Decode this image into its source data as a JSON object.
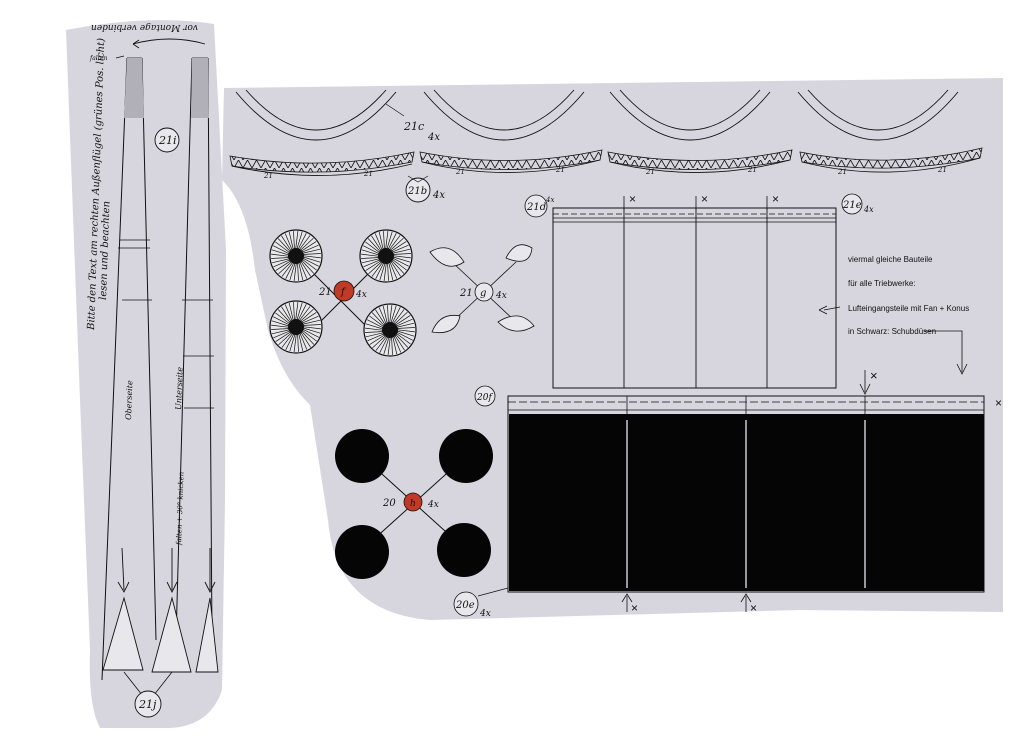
{
  "colors": {
    "background": "#ffffff",
    "paper": "#d7d6df",
    "ink": "#111111",
    "black_part": "#050505",
    "center_dot": "#c23a25"
  },
  "left_strip": {
    "note_line1": "Bitte den Text am rechten Außenflügel (grünes Pos. licht)",
    "note_line2": "lesen und beachten",
    "top_instruction": "vor Montage verbinden",
    "falten_label": "falten",
    "center_fold_label": "falten + 30° knicken",
    "oberseite_label": "Oberseite",
    "unterseite_label": "Unterseite",
    "part_top": "21i",
    "part_bottom": "21j"
  },
  "arcs": {
    "ring_label": "21",
    "part_21c": "21c",
    "part_21c_count": "4x",
    "part_21b": "21b",
    "part_21b_count": "4x"
  },
  "fans": {
    "hub_letter": "f",
    "part_number": "21",
    "count": "4x"
  },
  "cones": {
    "hub_letter": "g",
    "part_number": "21",
    "count": "4x"
  },
  "black_discs": {
    "hub_letter": "h",
    "part_number": "20",
    "count": "4x"
  },
  "intake_sheet": {
    "part_21d": "21d",
    "part_21d_count": "4x",
    "part_21e": "21e",
    "part_21e_count": "4x",
    "mark": "×"
  },
  "nozzle_sheet": {
    "part_20f": "20f",
    "part_20e": "20e",
    "part_20e_count": "4x",
    "mark": "×"
  },
  "info_text": {
    "line1": "viermal gleiche Bauteile",
    "line2": "für alle Triebwerke:",
    "line3": "Lufteingangsteile mit Fan + Konus",
    "line4": "in Schwarz: Schubdüsen"
  }
}
